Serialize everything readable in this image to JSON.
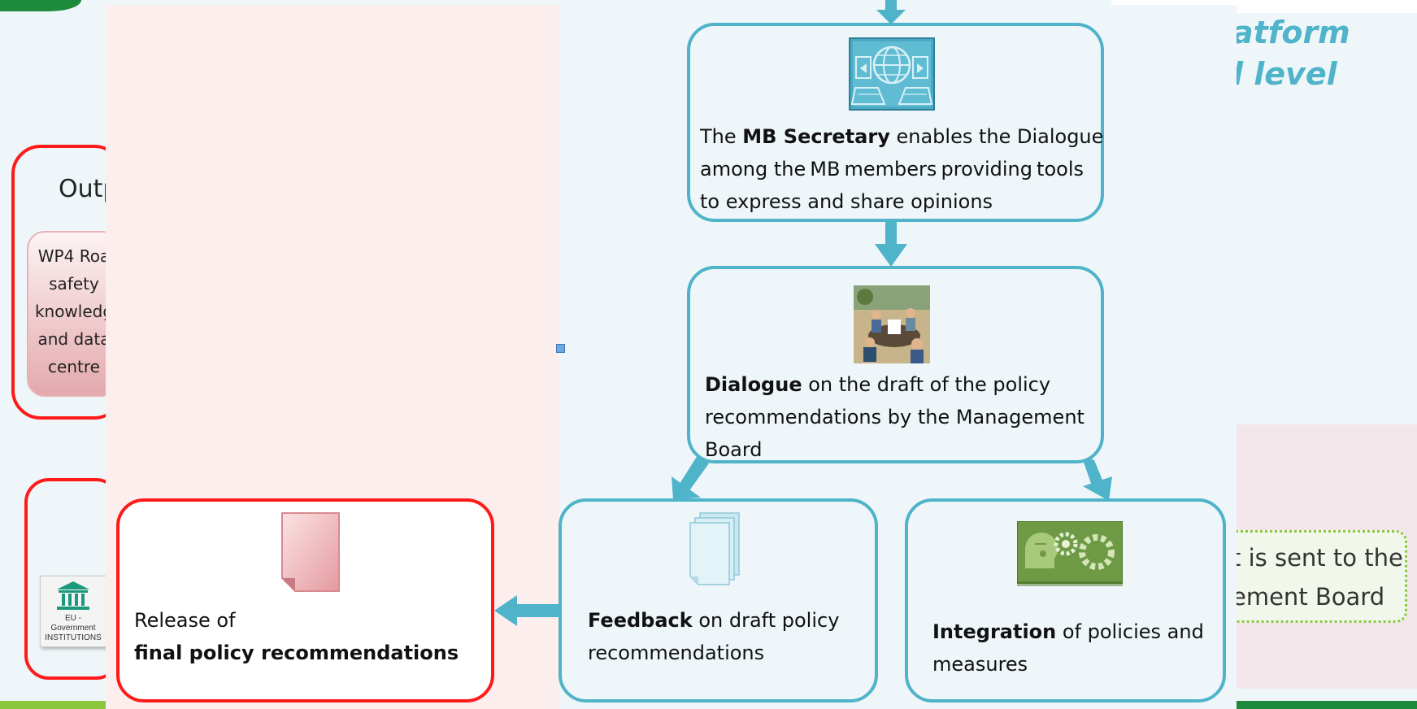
{
  "background_slide": {
    "title_lines": [
      "atform",
      "l level"
    ],
    "output_label": "Outp",
    "wp4_lines": [
      "WP4 Roa",
      "safety",
      "knowledg",
      "and data",
      "centre"
    ],
    "dotted_lines": [
      "t is sent to the",
      "ement Board"
    ],
    "eu_label_lines": [
      "EU -",
      "Government",
      "INSTITUTIONS"
    ]
  },
  "boxes": {
    "mb_secretary": {
      "line1_pre": "The ",
      "line1_bold": "MB Secretary",
      "line1_post": " enables the Dialogue",
      "line2_words": [
        "among the",
        "MB",
        "members",
        "providing",
        "tools"
      ],
      "line3": "to express and share opinions"
    },
    "dialogue": {
      "line1_bold": "Dialogue",
      "line1_post": " on the draft of the policy",
      "line2": "recommendations by the Management",
      "line3": "Board"
    },
    "feedback": {
      "line1_bold": "Feedback",
      "line1_post": " on draft policy",
      "line2": "recommendations"
    },
    "integration": {
      "line1_bold": "Integration",
      "line1_post": " of policies and",
      "line2": "measures"
    },
    "release": {
      "line1": "Release of",
      "line2_bold": "final policy recommendations"
    }
  },
  "icons": {
    "mb_secretary": "globe-computers-icon",
    "dialogue": "meeting-people-icon",
    "feedback": "documents-stack-icon",
    "integration": "gears-head-icon",
    "release": "document-icon"
  },
  "colors": {
    "blue_border": "#4fb3c9",
    "red_border": "#ff1a1a",
    "pink_panel": "#fdeeee",
    "blue_panel": "#eef6f9",
    "green_accent": "#8cc63f"
  }
}
